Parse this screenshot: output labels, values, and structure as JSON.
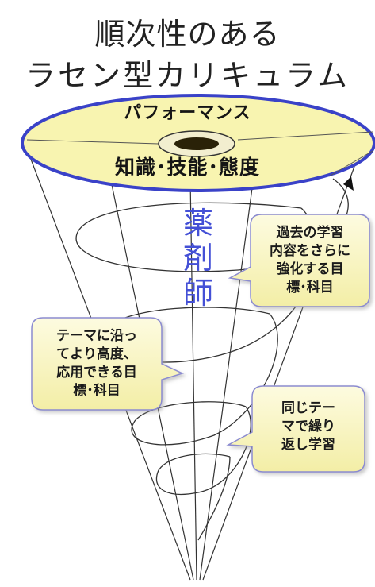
{
  "title": {
    "line1": "順次性のある",
    "line2": "ラセン型カリキュラム"
  },
  "disk": {
    "top_label": "パフォーマンス",
    "bottom_label": "知識･技能･態度"
  },
  "axis_label": {
    "chars": [
      "薬",
      "剤",
      "師"
    ],
    "color": "#4450d6"
  },
  "callouts": {
    "reinforce": "過去の学習\n内容をさらに\n強化する目\n標･科目",
    "advanced": "テーマに沿っ\nてより高度、\n応用できる目\n標･科目",
    "repeat": "同じテー\nマで繰り\n返し学習"
  },
  "colors": {
    "disk_fill": "#f8f4b0",
    "disk_border": "#3a42c8",
    "callout_fill": "#fbf8c8",
    "callout_border": "#8b8bd0",
    "center_core": "#2a2208"
  }
}
